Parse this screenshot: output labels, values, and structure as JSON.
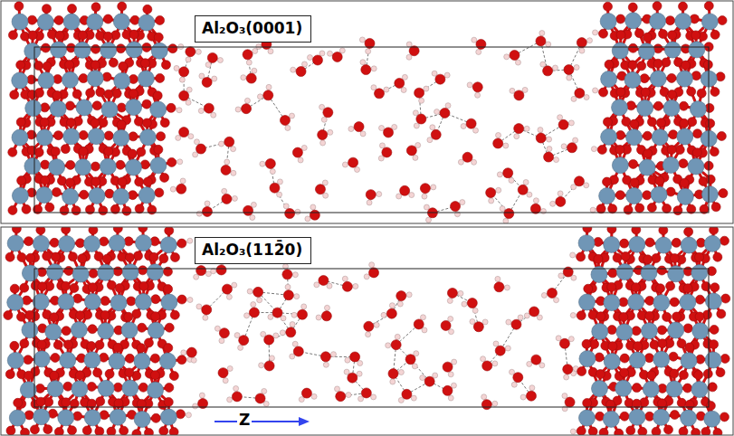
{
  "diagram": {
    "nodes": [
      {
        "text": [
          "Al₂O₃(0001)"
        ]
      },
      {
        "text": [
          "Al₂O₃(112̄0)"
        ]
      }
    ],
    "labels": [
      "Z"
    ]
  }
}
